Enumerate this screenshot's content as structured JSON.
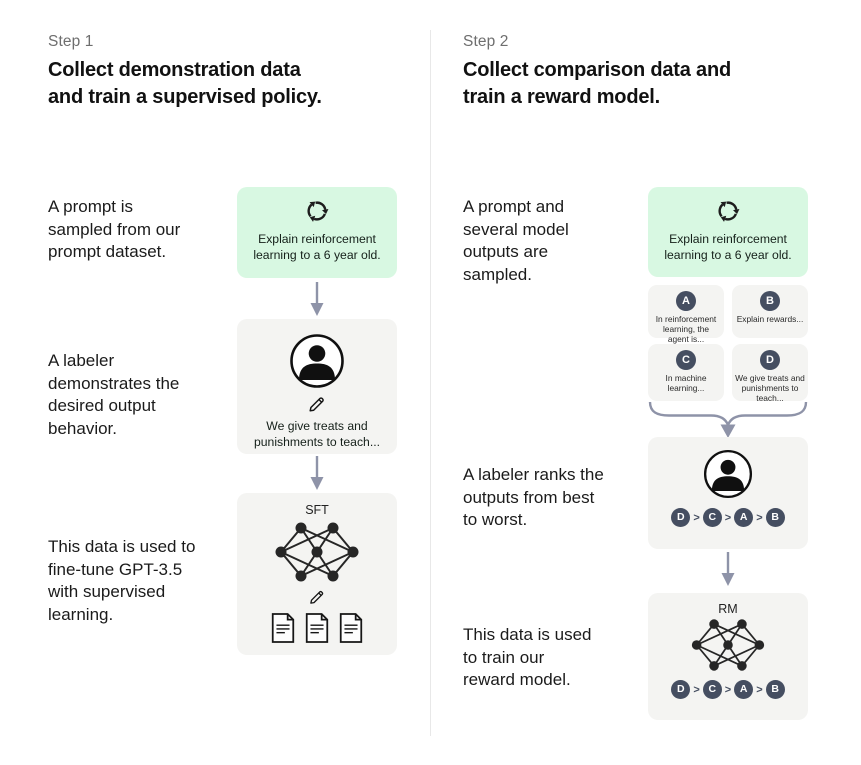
{
  "colors": {
    "prompt_box_bg": "#d8f8e2",
    "panel_bg": "#f4f4f2",
    "arrow": "#8e93a8",
    "badge_bg": "#454e61",
    "step_label": "#6e6e6e",
    "divider": "#e8e8e8"
  },
  "icons": {
    "cycle": "circular-arrows",
    "person": "labeler-person",
    "pencil": "edit-pencil",
    "network": "neural-network",
    "document": "document-lines",
    "arrow": "down-arrow",
    "brace": "merge-brace-arrow"
  },
  "step1": {
    "label": "Step 1",
    "title": "Collect demonstration data\nand train a supervised policy.",
    "caption_prompt": "A prompt is\nsampled from our\nprompt dataset.",
    "caption_labeler": "A labeler\ndemonstrates the\ndesired output\nbehavior.",
    "caption_data": "This data is used to\nfine-tune GPT-3.5\nwith supervised\nlearning.",
    "prompt_text": "Explain reinforcement\nlearning to a 6 year old.",
    "labeler_output": "We give treats and\npunishments to teach...",
    "model_label": "SFT"
  },
  "step2": {
    "label": "Step 2",
    "title": "Collect comparison data and\ntrain a reward model.",
    "caption_prompt": "A prompt and\nseveral model\noutputs are\nsampled.",
    "caption_labeler": "A labeler ranks the\noutputs from best\nto worst.",
    "caption_data": "This data is used\nto train our\nreward model.",
    "prompt_text": "Explain reinforcement\nlearning to a 6 year old.",
    "outputs": [
      {
        "letter": "A",
        "text": "In reinforcement\nlearning, the\nagent is..."
      },
      {
        "letter": "B",
        "text": "Explain rewards..."
      },
      {
        "letter": "C",
        "text": "In machine\nlearning..."
      },
      {
        "letter": "D",
        "text": "We give treats and\npunishments to\nteach..."
      }
    ],
    "ranking_order": [
      "D",
      "C",
      "A",
      "B"
    ],
    "ranking_separator": ">",
    "model_label": "RM"
  }
}
